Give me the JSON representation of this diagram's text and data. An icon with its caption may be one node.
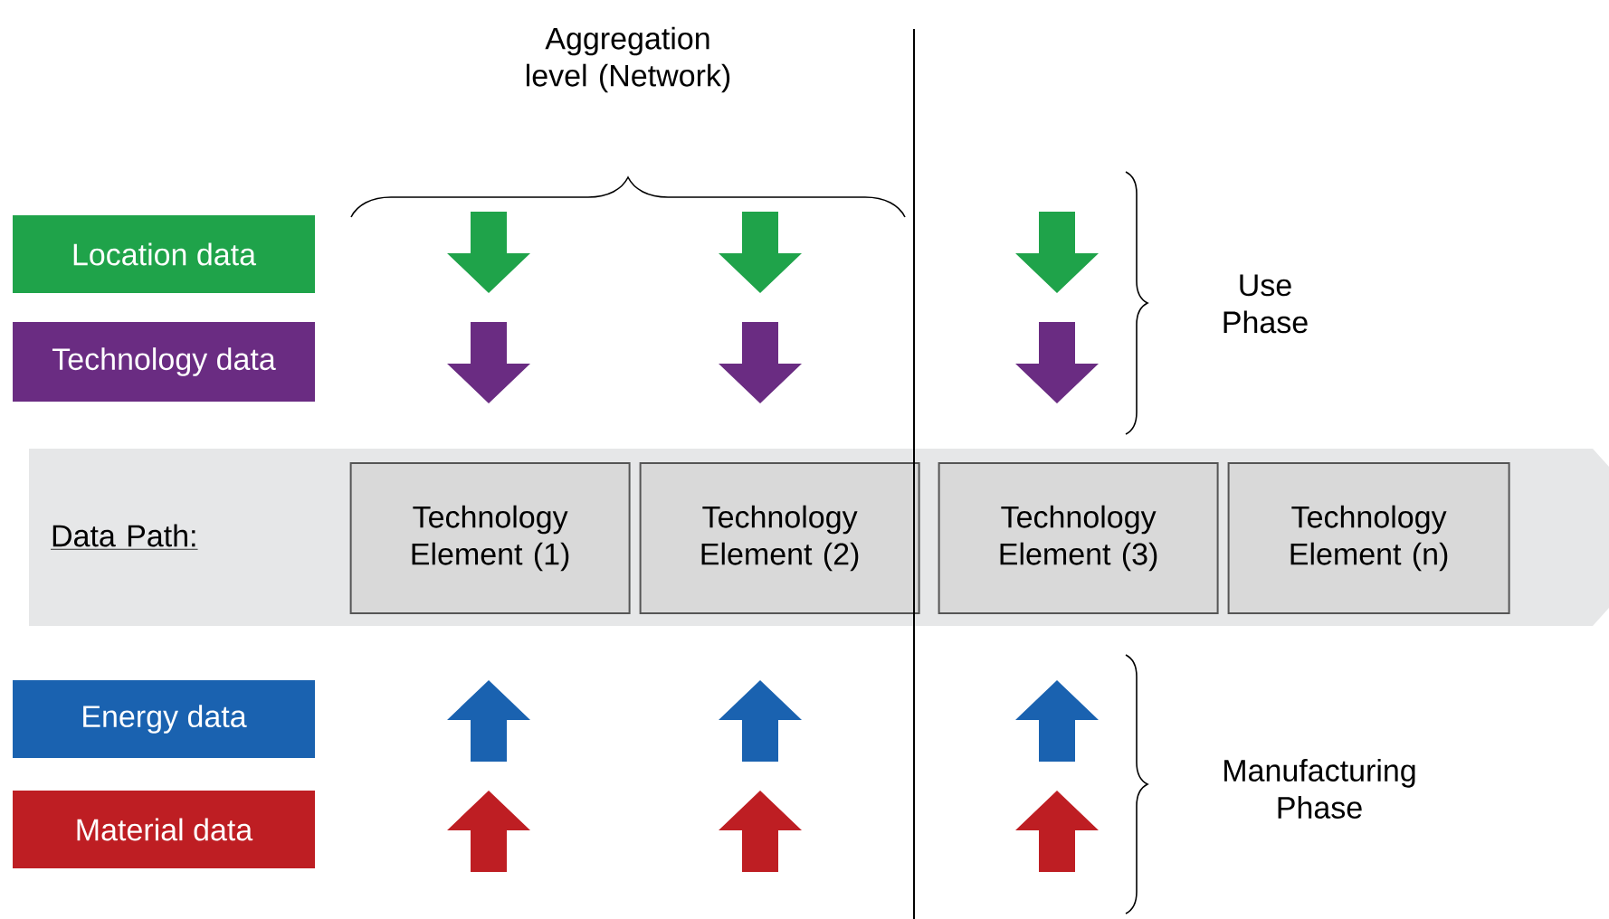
{
  "diagram": {
    "nodes": [
      {
        "text": [
          "Location data"
        ]
      },
      {
        "text": [
          "Technology data"
        ]
      },
      {
        "text": [
          "Data Path:"
        ]
      },
      {
        "text": [
          "Technology Element (1)"
        ],
        "in": 2
      },
      {
        "text": [
          "Technology Element (2)"
        ],
        "in": 2
      },
      {
        "text": [
          "Technology Element (3)"
        ],
        "in": 2
      },
      {
        "text": [
          "Technology Element (n)"
        ],
        "in": 2
      },
      {
        "text": [
          "Energy data"
        ]
      },
      {
        "text": [
          "Material data"
        ]
      }
    ],
    "labels": [
      "Aggregation level (Network)",
      "Use Phase",
      "Manufacturing Phase"
    ]
  }
}
